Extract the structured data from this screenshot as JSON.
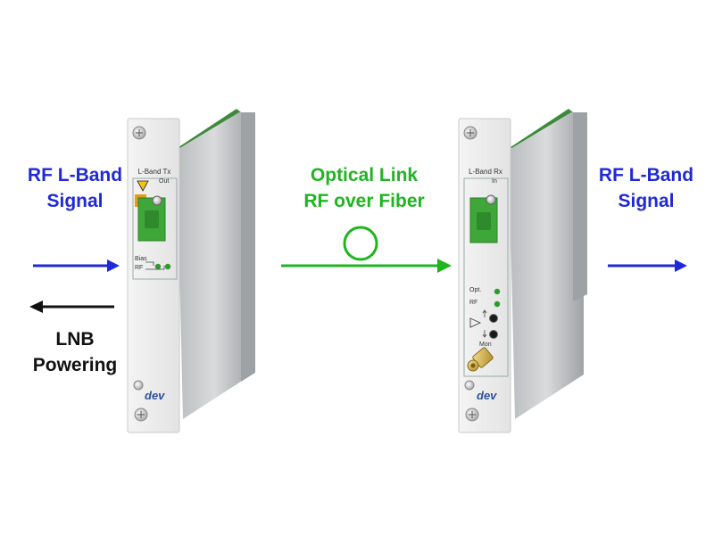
{
  "labels": {
    "left_signal_line1": "RF L-Band",
    "left_signal_line2": "Signal",
    "lnb_line1": "LNB",
    "lnb_line2": "Powering",
    "link_line1": "Optical Link",
    "link_line2": "RF over Fiber",
    "right_signal_line1": "RF L-Band",
    "right_signal_line2": "Signal"
  },
  "tx_module": {
    "title": "L-Band Tx",
    "port_label": "Out",
    "bias_label": "Bias",
    "rf_label": "RF",
    "brand": "dev"
  },
  "rx_module": {
    "title": "L-Band Rx",
    "port_label": "In",
    "opt_label": "Opt.",
    "rf_label": "RF",
    "mon_label": "Mon",
    "brand": "dev"
  },
  "colors": {
    "rf_blue": "#1f2ad6",
    "optical_green": "#1fb51f",
    "lnb_black": "#111111",
    "connector_green": "#3fa63a",
    "pcb_green": "#3d8a3a"
  }
}
